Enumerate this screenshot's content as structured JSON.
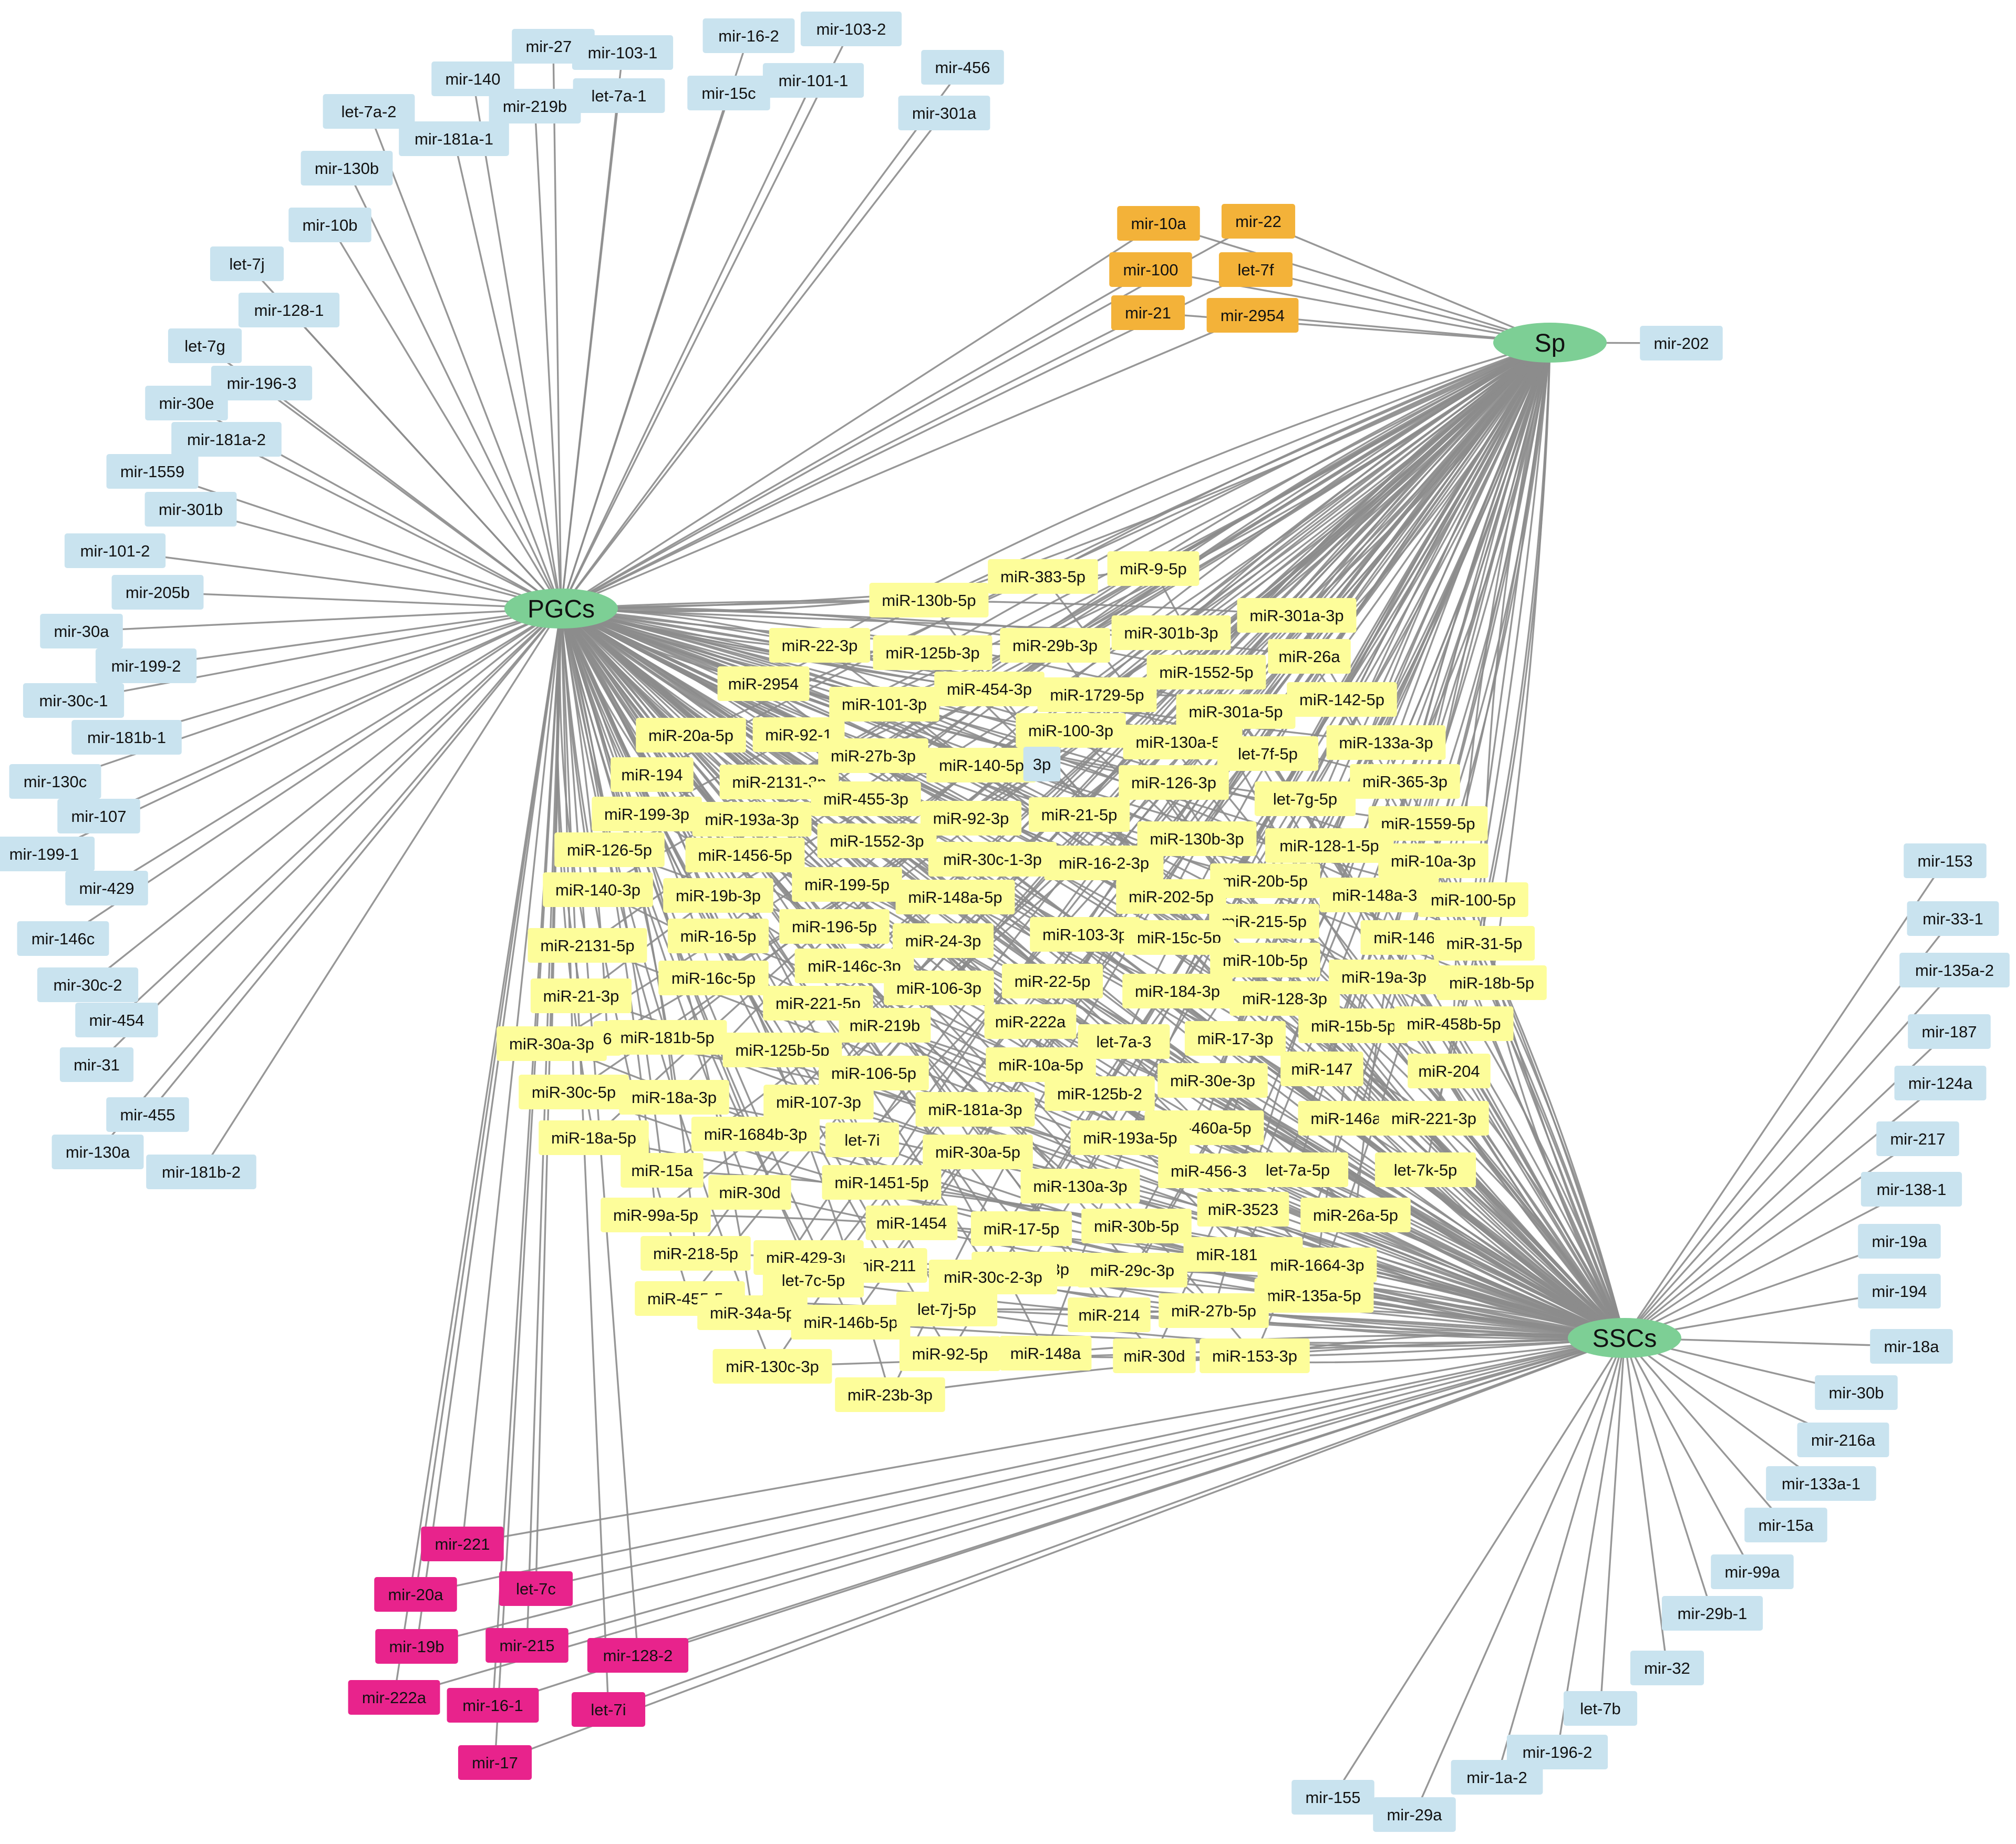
{
  "palette": {
    "edge": "#8c8c8c",
    "hub": "#7dcf95",
    "pgc_only": "#c9e3ef",
    "sp_only": "#c9e3ef",
    "ssc_only": "#c9e3ef",
    "pgc_sp": "#f3b239",
    "pgc_ssc": "#e8238c",
    "all_three": "#fdfd9a"
  },
  "hubs": [
    {
      "id": "PGCs",
      "label": "PGCs"
    },
    {
      "id": "Sp",
      "label": "Sp"
    },
    {
      "id": "SSCs",
      "label": "SSCs"
    }
  ],
  "groups": {
    "pgc_only": {
      "links": [
        "PGCs"
      ],
      "nodes": [
        "mir-27b",
        "mir-103-1",
        "mir-16-2",
        "mir-103-2",
        "mir-140",
        "mir-15c",
        "mir-101-1",
        "mir-456",
        "let-7a-2",
        "mir-219b",
        "let-7a-1",
        "mir-301a",
        "mir-181a-1",
        "mir-130b",
        "mir-10b",
        "let-7j",
        "mir-128-1",
        "let-7g",
        "mir-196-3",
        "mir-30e",
        "mir-181a-2",
        "mir-1559",
        "mir-301b",
        "mir-101-2",
        "mir-205b",
        "mir-30a",
        "mir-199-2",
        "mir-30c-1",
        "mir-181b-1",
        "mir-130c",
        "mir-107",
        "mir-199-1",
        "mir-429",
        "mir-146c",
        "mir-30c-2",
        "mir-454",
        "mir-31",
        "mir-455",
        "mir-130a",
        "mir-181b-2"
      ]
    },
    "sp_only": {
      "links": [
        "Sp"
      ],
      "nodes": [
        "mir-202"
      ]
    },
    "pgc_sp": {
      "links": [
        "PGCs",
        "Sp"
      ],
      "nodes": [
        "mir-10a",
        "mir-22",
        "mir-100",
        "let-7f",
        "mir-21",
        "mir-2954"
      ]
    },
    "ssc_only": {
      "links": [
        "SSCs"
      ],
      "nodes": [
        "mir-153",
        "mir-33-1",
        "mir-135a-2",
        "mir-187",
        "mir-124a",
        "mir-217",
        "mir-138-1",
        "mir-19a",
        "mir-194",
        "mir-18a",
        "mir-30b",
        "mir-216a",
        "mir-133a-1",
        "mir-15a",
        "mir-99a",
        "mir-29b-1",
        "mir-32",
        "let-7b",
        "mir-196-2",
        "mir-1a-2",
        "mir-155",
        "mir-29a"
      ]
    },
    "pgc_ssc": {
      "links": [
        "PGCs",
        "SSCs"
      ],
      "nodes": [
        "mir-221",
        "mir-20a",
        "let-7c",
        "mir-19b",
        "mir-215",
        "mir-128-2",
        "mir-222a",
        "mir-16-1",
        "let-7i",
        "mir-17"
      ]
    },
    "all_three": {
      "links": [
        "PGCs",
        "Sp",
        "SSCs"
      ],
      "nodes": [
        "miR-383-5p",
        "miR-9-5p",
        "miR-130b-5p",
        "miR-301a-3p",
        "miR-22-3p",
        "miR-125b-3p",
        "miR-29b-3p",
        "miR-301b-3p",
        "miR-26a",
        "miR-1552-5p",
        "miR-2954",
        "miR-454-3p",
        "miR-1729-5p",
        "miR-101-3p",
        "miR-301a-5p",
        "miR-142-5p",
        "miR-20a-5p",
        "miR-92-1",
        "miR-100-3p",
        "miR-130a-5p",
        "let-7f-5p",
        "miR-133a-3p",
        "miR-27b-3p",
        "miR-140-5p",
        "3p",
        "miR-194",
        "miR-2131-3p",
        "miR-126-3p",
        "miR-365-3p",
        "miR-455-3p",
        "let-7g-5p",
        "miR-199-3p",
        "miR-193a-3p",
        "miR-92-3p",
        "miR-21-5p",
        "miR-1559-5p",
        "miR-1552-3p",
        "miR-130b-3p",
        "miR-126-5p",
        "miR-1456-5p",
        "miR-30c-1-3p",
        "miR-16-2-3p",
        "miR-128-1-5p",
        "miR-10a-3p",
        "miR-199-5p",
        "miR-20b-5p",
        "miR-140-3p",
        "miR-19b-3p",
        "miR-148a-5p",
        "miR-202-5p",
        "miR-148a-3p",
        "miR-100-5p",
        "miR-196-5p",
        "miR-215-5p",
        "miR-16-5p",
        "miR-24-3p",
        "miR-103-3p",
        "miR-15c-5p",
        "miR-146c-5p",
        "miR-31-5p",
        "miR-2131-5p",
        "miR-146c-3p",
        "miR-10b-5p",
        "miR-16c-5p",
        "miR-22-5p",
        "miR-184-3p",
        "miR-19a-3p",
        "miR-18b-5p",
        "miR-106-3p",
        "miR-128-3p",
        "miR-21-3p",
        "miR-221-5p",
        "miR-222a",
        "miR-15b-5p",
        "miR-458b-5p",
        "miR-219b",
        "miR-181b-5p",
        "miR-30a-3p",
        "6",
        "let-7a-3",
        "miR-17-3p",
        "miR-125b-5p",
        "miR-147",
        "miR-204",
        "miR-10a-5p",
        "miR-106-5p",
        "miR-30e-3p",
        "miR-30c-5p",
        "miR-125b-2",
        "miR-18a-3p",
        "miR-107-3p",
        "miR-181a-3p",
        "miR-146a-5p",
        "miR-221-3p",
        "miR-460a-5p",
        "miR-18a-5p",
        "miR-1684b-3p",
        "let-7i",
        "miR-193a-5p",
        "miR-30a-5p",
        "miR-456-3p",
        "let-7a-5p",
        "let-7k-5p",
        "miR-15a",
        "miR-1451-5p",
        "miR-130a-3p",
        "miR-30d",
        "miR-3523",
        "miR-99a-5p",
        "miR-26a-5p",
        "miR-1454",
        "miR-17-5p",
        "miR-30b-5p",
        "miR-181a-5p",
        "miR-218-5p",
        "miR-429-3p",
        "miR-211",
        "miR-29a-3p",
        "miR-29c-3p",
        "miR-1664-3p",
        "miR-455-5p",
        "let-7c-5p",
        "miR-30c-2-3p",
        "miR-135a-5p",
        "miR-34a-5p",
        "miR-27b-5p",
        "miR-146b-5p",
        "let-7j-5p",
        "miR-214",
        "miR-148a",
        "miR-130c-3p",
        "miR-92-5p",
        "miR-30d",
        "miR-153-3p",
        "miR-23b-3p"
      ]
    }
  }
}
